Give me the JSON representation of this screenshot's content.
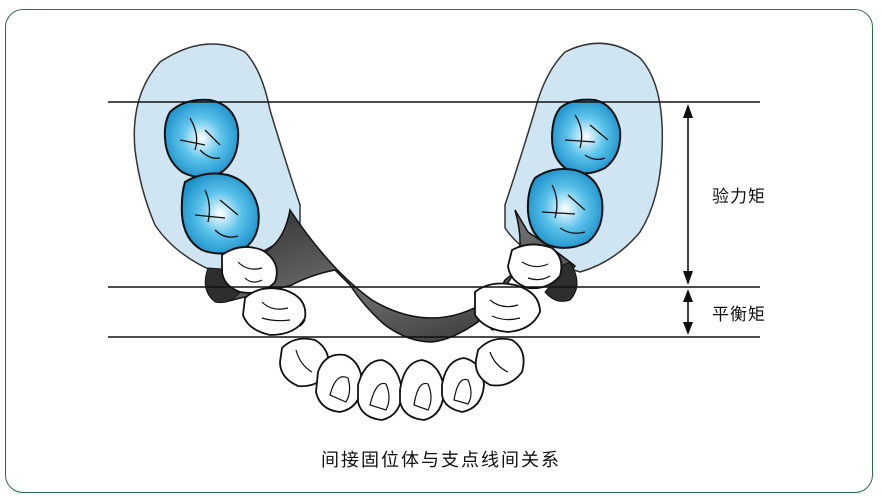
{
  "labels": {
    "occlusal_moment": "验力矩",
    "balance_moment": "平衡矩"
  },
  "caption": "间接固位体与支点线间关系",
  "colors": {
    "frame_border": "#2f6b4a",
    "saddle_fill": "#cfe6f2",
    "molar_blue": "#2aa3d8",
    "metal": "#3a3a3a"
  }
}
